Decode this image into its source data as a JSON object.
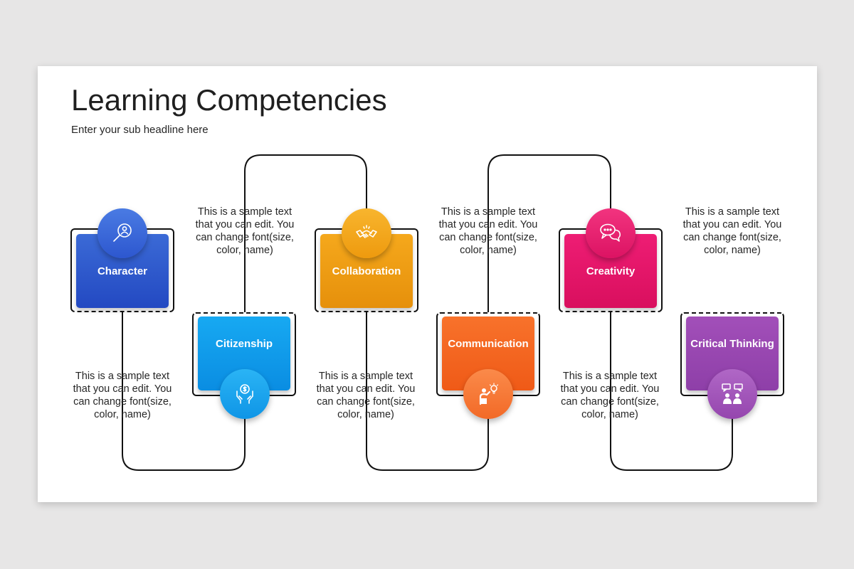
{
  "header": {
    "title": "Learning Competencies",
    "subtitle": "Enter your sub headline here"
  },
  "items": [
    {
      "label": "Character",
      "icon": "magnifier-person-icon",
      "color_from": "#3b6ad6",
      "color_to": "#2349c2",
      "description": "This is a sample text that you can edit. You can change font(size, color, name)"
    },
    {
      "label": "Citizenship",
      "icon": "hands-money-icon",
      "color_from": "#17a9f2",
      "color_to": "#0a8de2",
      "description": "This is a sample text that you can edit. You can change font(size, color, name)"
    },
    {
      "label": "Collaboration",
      "icon": "handshake-icon",
      "color_from": "#f5a81c",
      "color_to": "#e6900b",
      "description": "This is a sample text that you can edit. You can change font(size, color, name)"
    },
    {
      "label": "Communication",
      "icon": "presenter-idea-icon",
      "color_from": "#f8722b",
      "color_to": "#ef5a17",
      "description": "This is a sample text that you can edit. You can change font(size, color, name)"
    },
    {
      "label": "Creativity",
      "icon": "speech-bubbles-icon",
      "color_from": "#ee1d74",
      "color_to": "#d90f5e",
      "description": "This is a sample text that you can edit. You can change font(size, color, name)"
    },
    {
      "label": "Critical Thinking",
      "icon": "discussion-people-icon",
      "color_from": "#a24fb9",
      "color_to": "#8e3fa8",
      "description": "This is a sample text that you can edit. You can change font(size, color, name)"
    }
  ]
}
